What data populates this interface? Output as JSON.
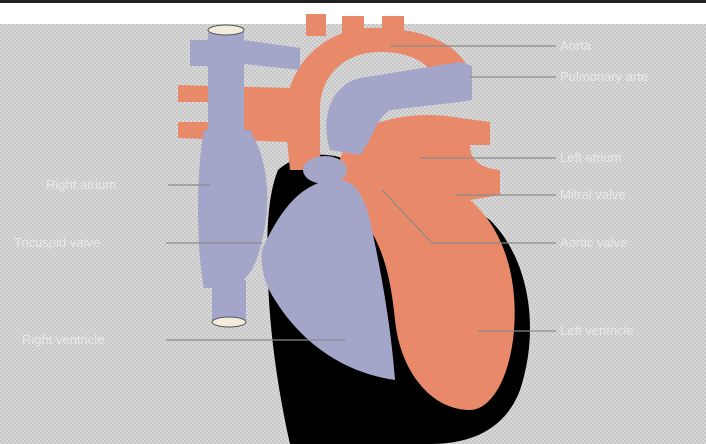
{
  "colors": {
    "background": "#d9d9d9",
    "grid": "#c6c6c6",
    "right_side": "#a4a6c9",
    "left_side": "#e8896a",
    "septum": "#000000",
    "label_text": "#e8e8e8",
    "leader_line": "#8a8a8a"
  },
  "labels": {
    "aorta": "Aorta",
    "pulmonary_artery": "Pulmonary arte",
    "left_atrium": "Left atrium",
    "mitral_valve": "Mitral valve",
    "aortic_valve": "Aortic valve",
    "left_ventricle": "Left ventricle",
    "right_atrium": "Right atrium",
    "tricuspid_valve": "Tricuspid valve",
    "right_ventricle": "Right ventricle"
  }
}
